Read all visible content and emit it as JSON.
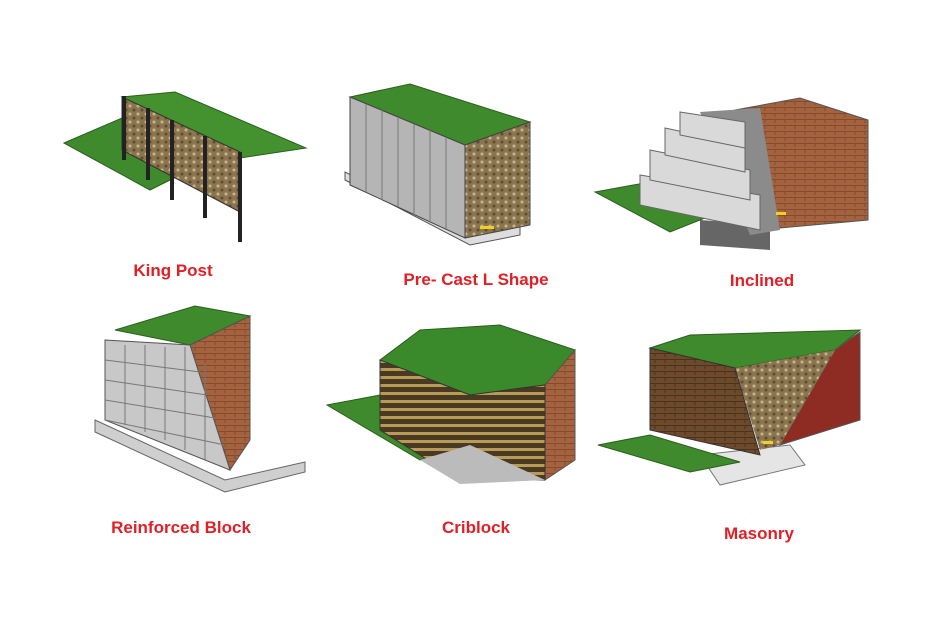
{
  "colors": {
    "label": "#e21f26",
    "grass": "#3f8a2c",
    "concrete": "#c9c9c9",
    "brick": "#a0603e"
  },
  "walls": [
    {
      "label": "King Post"
    },
    {
      "label": "Pre- Cast L Shape"
    },
    {
      "label": "Inclined"
    },
    {
      "label": "Reinforced Block"
    },
    {
      "label": "Criblock"
    },
    {
      "label": "Masonry"
    }
  ]
}
